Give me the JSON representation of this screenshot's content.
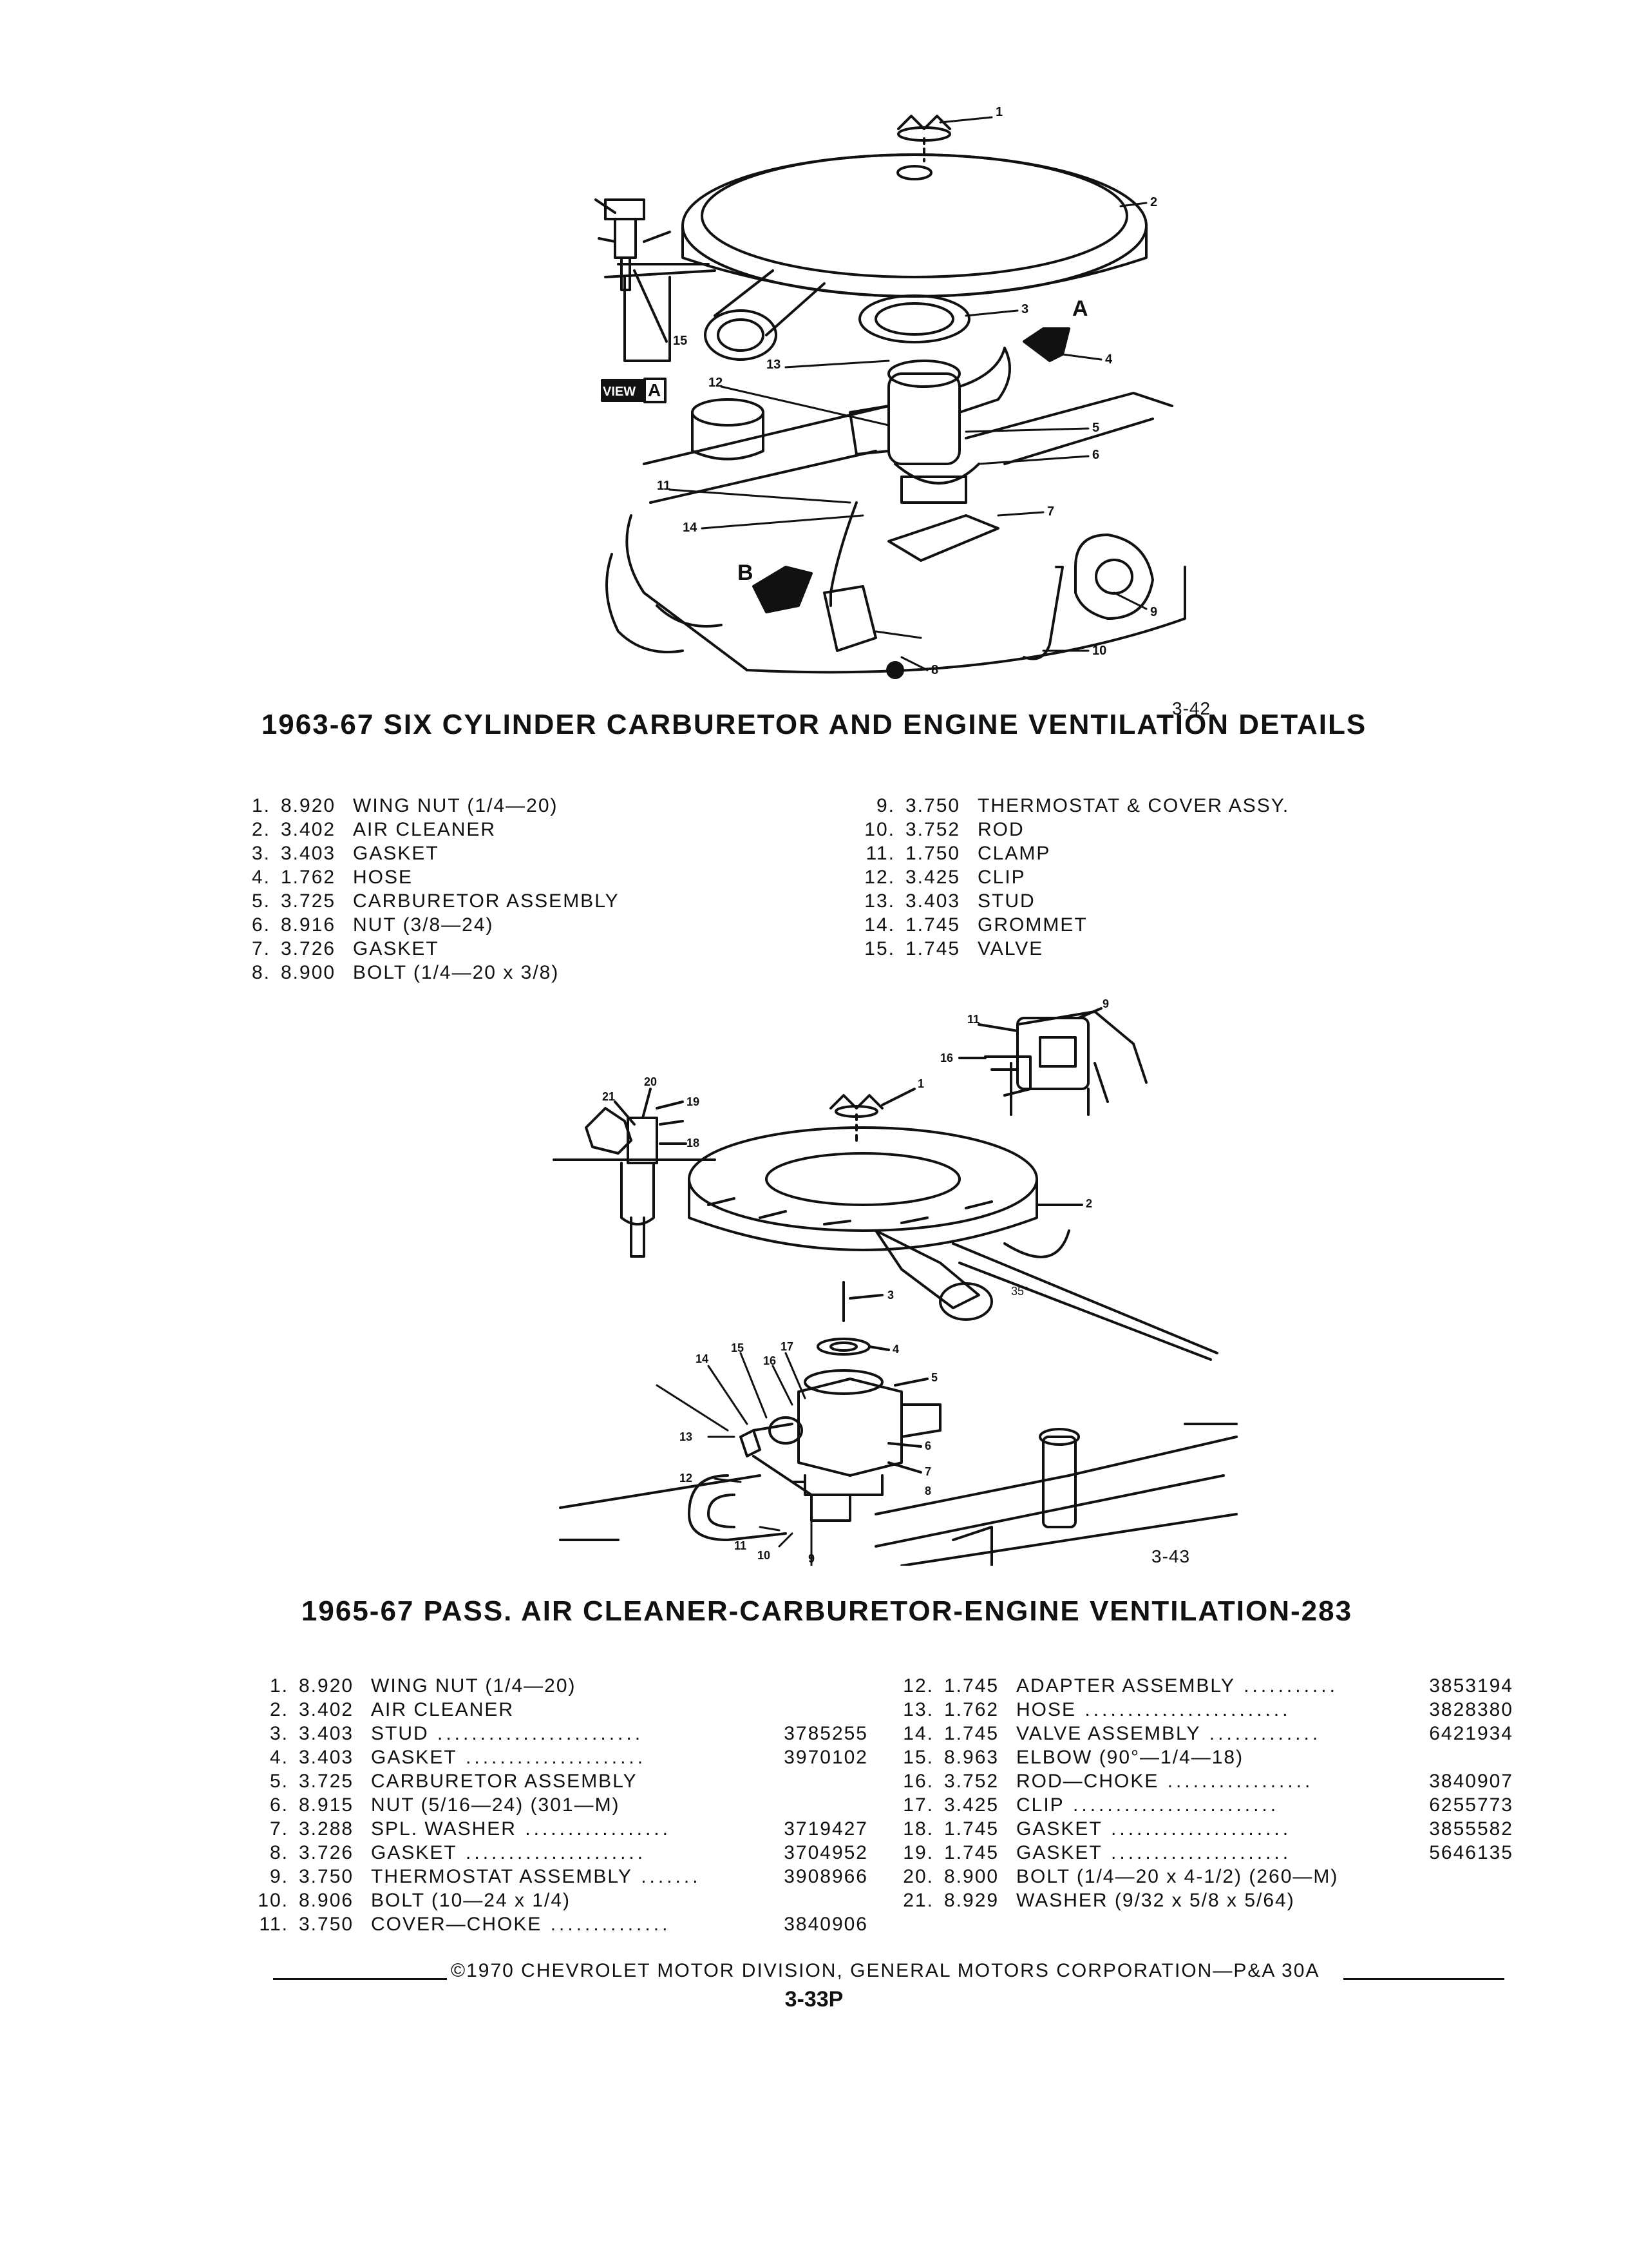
{
  "figure1": {
    "label": "3-42",
    "callouts": [
      "1",
      "2",
      "3",
      "4",
      "5",
      "6",
      "7",
      "8",
      "9",
      "10",
      "11",
      "12",
      "13",
      "14",
      "15",
      "A",
      "B"
    ],
    "view_label": "VIEW",
    "view_letter": "A"
  },
  "heading1": "1963-67 SIX CYLINDER CARBURETOR AND ENGINE VENTILATION DETAILS",
  "parts1": [
    {
      "n": "1.",
      "code": "8.920",
      "desc": "WING NUT (1/4—20)"
    },
    {
      "n": "2.",
      "code": "3.402",
      "desc": "AIR CLEANER"
    },
    {
      "n": "3.",
      "code": "3.403",
      "desc": "GASKET"
    },
    {
      "n": "4.",
      "code": "1.762",
      "desc": "HOSE"
    },
    {
      "n": "5.",
      "code": "3.725",
      "desc": "CARBURETOR ASSEMBLY"
    },
    {
      "n": "6.",
      "code": "8.916",
      "desc": "NUT (3/8—24)"
    },
    {
      "n": "7.",
      "code": "3.726",
      "desc": "GASKET"
    },
    {
      "n": "8.",
      "code": "8.900",
      "desc": "BOLT (1/4—20 x 3/8)"
    },
    {
      "n": "9.",
      "code": "3.750",
      "desc": "THERMOSTAT & COVER ASSY."
    },
    {
      "n": "10.",
      "code": "3.752",
      "desc": "ROD"
    },
    {
      "n": "11.",
      "code": "1.750",
      "desc": "CLAMP"
    },
    {
      "n": "12.",
      "code": "3.425",
      "desc": "CLIP"
    },
    {
      "n": "13.",
      "code": "3.403",
      "desc": "STUD"
    },
    {
      "n": "14.",
      "code": "1.745",
      "desc": "GROMMET"
    },
    {
      "n": "15.",
      "code": "1.745",
      "desc": "VALVE"
    }
  ],
  "figure2": {
    "label": "3-43",
    "angle": "35°",
    "callouts": [
      "1",
      "2",
      "3",
      "4",
      "5",
      "6",
      "7",
      "8",
      "9",
      "10",
      "11",
      "12",
      "13",
      "14",
      "15",
      "16",
      "17",
      "18",
      "19",
      "20",
      "21"
    ]
  },
  "heading2": "1965-67 PASS. AIR CLEANER-CARBURETOR-ENGINE VENTILATION-283",
  "parts2": [
    {
      "n": "1.",
      "code": "8.920",
      "desc": "WING NUT (1/4—20)",
      "dots": "",
      "part": ""
    },
    {
      "n": "2.",
      "code": "3.402",
      "desc": "AIR CLEANER",
      "dots": "",
      "part": ""
    },
    {
      "n": "3.",
      "code": "3.403",
      "desc": "STUD",
      "dots": " ........................",
      "part": "3785255"
    },
    {
      "n": "4.",
      "code": "3.403",
      "desc": "GASKET",
      "dots": " .....................",
      "part": "3970102"
    },
    {
      "n": "5.",
      "code": "3.725",
      "desc": "CARBURETOR ASSEMBLY",
      "dots": "",
      "part": ""
    },
    {
      "n": "6.",
      "code": "8.915",
      "desc": "NUT (5/16—24) (301—M)",
      "dots": "",
      "part": ""
    },
    {
      "n": "7.",
      "code": "3.288",
      "desc": "SPL. WASHER",
      "dots": " .................",
      "part": "3719427"
    },
    {
      "n": "8.",
      "code": "3.726",
      "desc": "GASKET",
      "dots": " .....................",
      "part": "3704952"
    },
    {
      "n": "9.",
      "code": "3.750",
      "desc": "THERMOSTAT ASSEMBLY",
      "dots": " .......",
      "part": "3908966"
    },
    {
      "n": "10.",
      "code": "8.906",
      "desc": "BOLT (10—24 x 1/4)",
      "dots": "",
      "part": ""
    },
    {
      "n": "11.",
      "code": "3.750",
      "desc": "COVER—CHOKE",
      "dots": " ..............",
      "part": "3840906"
    },
    {
      "n": "12.",
      "code": "1.745",
      "desc": "ADAPTER ASSEMBLY",
      "dots": " ...........",
      "part": "3853194"
    },
    {
      "n": "13.",
      "code": "1.762",
      "desc": "HOSE",
      "dots": " ........................",
      "part": "3828380"
    },
    {
      "n": "14.",
      "code": "1.745",
      "desc": "VALVE ASSEMBLY",
      "dots": " .............",
      "part": "6421934"
    },
    {
      "n": "15.",
      "code": "8.963",
      "desc": "ELBOW (90°—1/4—18)",
      "dots": "",
      "part": ""
    },
    {
      "n": "16.",
      "code": "3.752",
      "desc": "ROD—CHOKE",
      "dots": " .................",
      "part": "3840907"
    },
    {
      "n": "17.",
      "code": "3.425",
      "desc": "CLIP",
      "dots": " ........................",
      "part": "6255773"
    },
    {
      "n": "18.",
      "code": "1.745",
      "desc": "GASKET",
      "dots": " .....................",
      "part": "3855582"
    },
    {
      "n": "19.",
      "code": "1.745",
      "desc": "GASKET",
      "dots": " .....................",
      "part": "5646135"
    },
    {
      "n": "20.",
      "code": "8.900",
      "desc": "BOLT (1/4—20 x 4-1/2) (260—M)",
      "dots": "",
      "part": ""
    },
    {
      "n": "21.",
      "code": "8.929",
      "desc": "WASHER (9/32 x 5/8 x 5/64)",
      "dots": "",
      "part": ""
    }
  ],
  "footer": {
    "copyright": "©1970 CHEVROLET MOTOR DIVISION, GENERAL MOTORS CORPORATION—P&A 30A",
    "page": "3-33P"
  }
}
